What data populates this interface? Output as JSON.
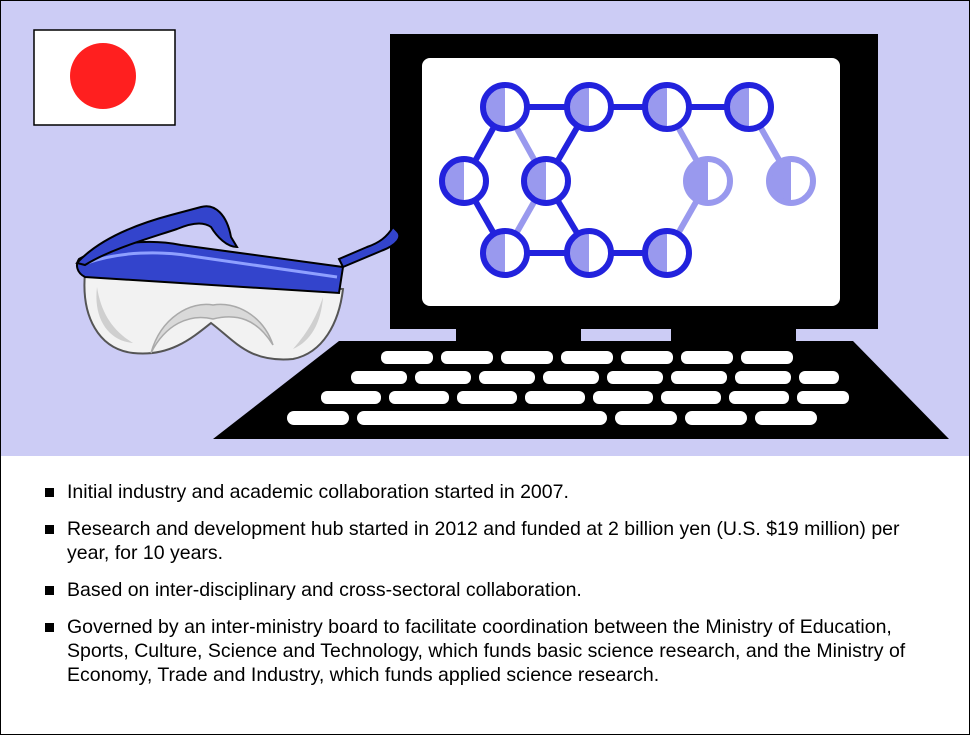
{
  "illustration": {
    "flag_icon": "japan-flag-icon",
    "goggles_icon": "safety-goggles-icon",
    "laptop_icon": "laptop-icon",
    "molecule_icon": "molecule-network-icon",
    "colors": {
      "background": "#ccccf5",
      "flag_red": "#ff1f1f",
      "node_dark": "#2222dd",
      "node_light": "#9999ee",
      "goggles_band": "#3344cc"
    }
  },
  "bullets": [
    "Initial industry and academic collaboration started in 2007.",
    "Research and development hub started in 2012 and funded at 2 billion yen (U.S. $19 million) per year, for 10 years.",
    "Based on inter-disciplinary and cross-sectoral collaboration.",
    "Governed by an inter-ministry board to facilitate coordination between the Ministry of Education, Sports, Culture, Science and Technology, which funds basic science research, and the Ministry of Economy, Trade and Industry, which funds applied science research."
  ]
}
